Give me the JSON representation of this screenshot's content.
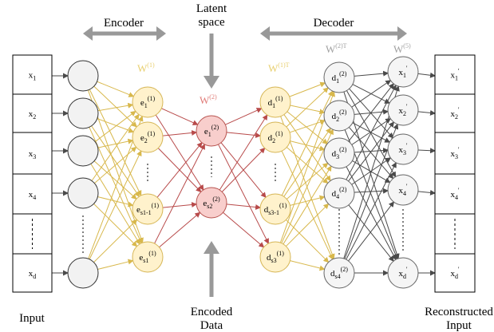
{
  "colors": {
    "encoder_edge": "#d8b84c",
    "decoder_edge": "#d8b84c",
    "latent_edge": "#b84a4a",
    "output_edge": "#4a4a4a",
    "input_node_fill": "#f2f2f2",
    "yellow_node_fill": "#fff2cc",
    "yellow_node_stroke": "#d6b656",
    "red_node_fill": "#f8cecc",
    "red_node_stroke": "#b85450",
    "grey_node_fill": "#f5f5f5",
    "grey_node_stroke": "#666666",
    "big_arrow": "#999999",
    "w_yellow": "#e8cf6e",
    "w_red": "#e07b77",
    "w_grey": "#a0a0a0"
  },
  "labels": {
    "encoder": "Encoder",
    "decoder": "Decoder",
    "latent_line1": "Latent",
    "latent_line2": "space",
    "input": "Input",
    "encoded_line1": "Encoded",
    "encoded_line2": "Data",
    "reconstructed_line1": "Reconstructed",
    "reconstructed_line2": "Input"
  },
  "weights": {
    "w1": {
      "base": "W",
      "sup": "(1)"
    },
    "w2": {
      "base": "W",
      "sup": "(2)"
    },
    "w1t": {
      "base": "W",
      "sup": "(1)T"
    },
    "w2t": {
      "base": "W",
      "sup": "(2)T"
    },
    "w5": {
      "base": "W",
      "sup": "(5)"
    }
  },
  "input_cells": [
    {
      "base": "x",
      "sub": "1"
    },
    {
      "base": "x",
      "sub": "2"
    },
    {
      "base": "x",
      "sub": "3"
    },
    {
      "base": "x",
      "sub": "4"
    },
    {
      "base": "",
      "sub": ""
    },
    {
      "base": "x",
      "sub": "d"
    }
  ],
  "enc1_nodes": [
    {
      "base": "e",
      "sub": "1",
      "sup": "(1)"
    },
    {
      "base": "e",
      "sub": "2",
      "sup": "(1)"
    },
    {
      "base": "e",
      "sub": "s1-1",
      "sup": "(1)"
    },
    {
      "base": "e",
      "sub": "s1",
      "sup": "(1)"
    }
  ],
  "latent_nodes": [
    {
      "base": "e",
      "sub": "1",
      "sup": "(2)"
    },
    {
      "base": "e",
      "sub": "s2",
      "sup": "(2)"
    }
  ],
  "dec1_nodes": [
    {
      "base": "d",
      "sub": "1",
      "sup": "(1)"
    },
    {
      "base": "d",
      "sub": "2",
      "sup": "(1)"
    },
    {
      "base": "d",
      "sub": "s3-1",
      "sup": "(1)"
    },
    {
      "base": "d",
      "sub": "s3",
      "sup": "(1)"
    }
  ],
  "dec2_nodes": [
    {
      "base": "d",
      "sub": "1",
      "sup": "(2)"
    },
    {
      "base": "d",
      "sub": "2",
      "sup": "(2)"
    },
    {
      "base": "d",
      "sub": "3",
      "sup": "(2)"
    },
    {
      "base": "d",
      "sub": "4",
      "sup": "(2)"
    },
    {
      "base": "d",
      "sub": "s4",
      "sup": "(2)"
    }
  ],
  "out_nodes": [
    {
      "base": "x",
      "sub": "1",
      "sup": "'"
    },
    {
      "base": "x",
      "sub": "2",
      "sup": "'"
    },
    {
      "base": "x",
      "sub": "3",
      "sup": "'"
    },
    {
      "base": "x",
      "sub": "4",
      "sup": "'"
    },
    {
      "base": "x",
      "sub": "d",
      "sup": "'"
    }
  ],
  "output_cells": [
    {
      "base": "x",
      "sub": "1",
      "sup": "'"
    },
    {
      "base": "x",
      "sub": "2",
      "sup": "'"
    },
    {
      "base": "x",
      "sub": "3",
      "sup": "'"
    },
    {
      "base": "x",
      "sub": "4",
      "sup": "'"
    },
    {
      "base": "",
      "sub": "",
      "sup": ""
    },
    {
      "base": "x",
      "sub": "d",
      "sup": "'"
    }
  ]
}
